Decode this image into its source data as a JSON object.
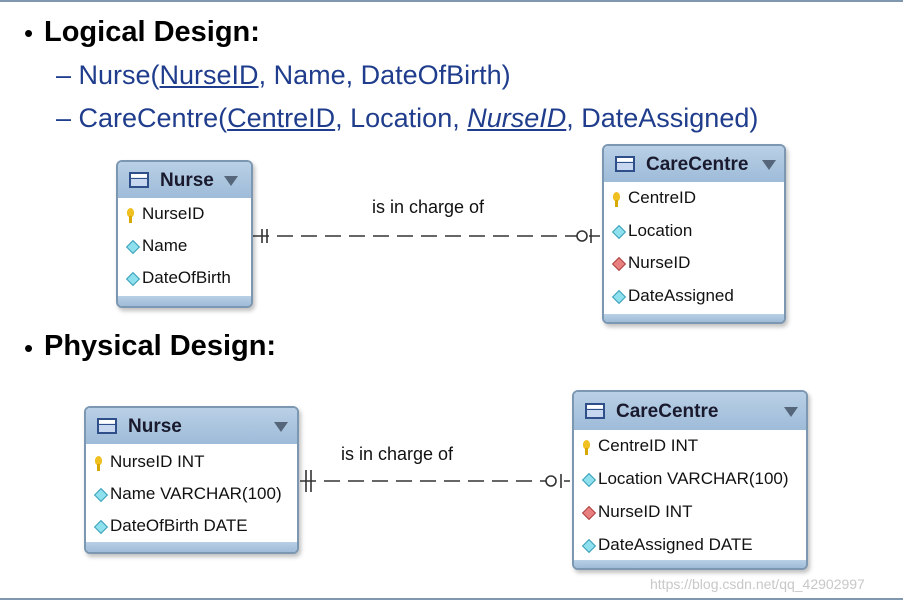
{
  "logical": {
    "heading": "Logical Design:",
    "nurse_line": {
      "prefix": "– Nurse(",
      "key": "NurseID",
      "rest": ", Name, DateOfBirth)"
    },
    "carecentre_line": {
      "prefix": "– CareCentre(",
      "key": "CentreID",
      "mid": ", Location, ",
      "fk": "NurseID",
      "rest": ", DateAssigned)"
    },
    "nurse_table": {
      "name": "Nurse",
      "fields": [
        "NurseID",
        "Name",
        "DateOfBirth"
      ]
    },
    "care_table": {
      "name": "CareCentre",
      "fields": [
        "CentreID",
        "Location",
        "NurseID",
        "DateAssigned"
      ]
    },
    "relationship": "is in charge of"
  },
  "physical": {
    "heading": "Physical Design:",
    "nurse_table": {
      "name": "Nurse",
      "fields": [
        "NurseID INT",
        "Name VARCHAR(100)",
        "DateOfBirth DATE"
      ]
    },
    "care_table": {
      "name": "CareCentre",
      "fields": [
        "CentreID INT",
        "Location VARCHAR(100)",
        "NurseID INT",
        "DateAssigned DATE"
      ]
    },
    "relationship": "is in charge of"
  },
  "bullet": "•",
  "watermark": "https://blog.csdn.net/qq_42902997",
  "colors": {
    "text_blue": "#1f3d8c",
    "table_border": "#7b97b2",
    "table_header": "#a9c4de"
  }
}
